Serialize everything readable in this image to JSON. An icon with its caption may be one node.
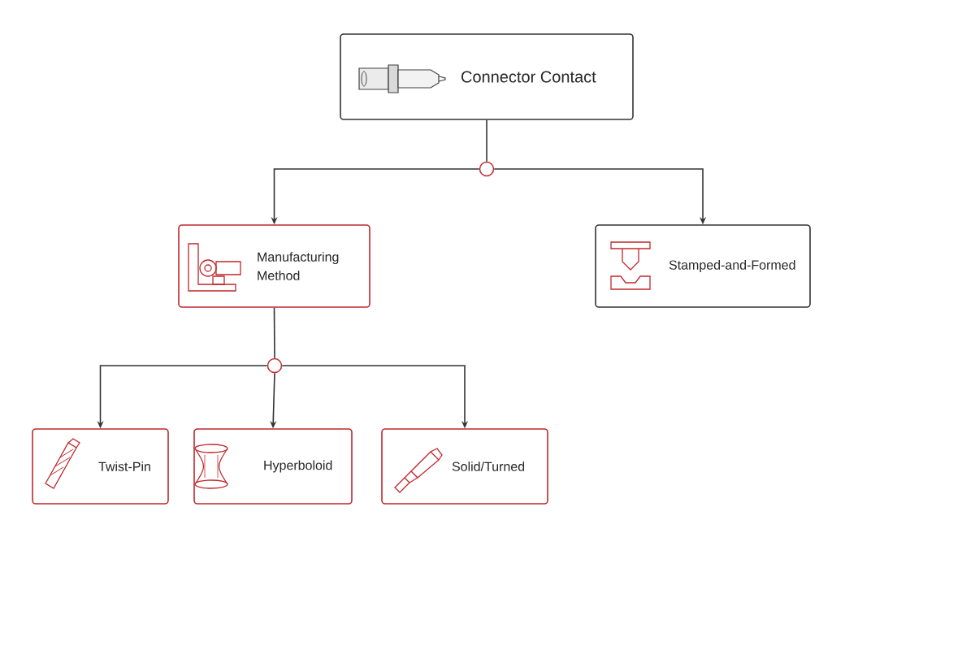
{
  "diagram": {
    "nodes": [
      {
        "text": [
          "Connector Contact"
        ]
      },
      {
        "text": [],
        "shape": "circle"
      },
      {
        "text": [
          "Manufacturing Method"
        ]
      },
      {
        "text": [
          "Stamped-and-Formed"
        ]
      },
      {
        "text": [],
        "shape": "circle"
      },
      {
        "text": [
          "Twist-Pin"
        ]
      },
      {
        "text": [
          "Hyperboloid"
        ]
      },
      {
        "text": [
          "Solid/Turned"
        ]
      }
    ],
    "edges": [
      {
        "from": 0,
        "to": 1,
        "arrow": "none"
      },
      {
        "from": 1,
        "to": 2,
        "arrow": "to"
      },
      {
        "from": 1,
        "to": 3,
        "arrow": "to"
      },
      {
        "from": 2,
        "to": 4,
        "arrow": "none"
      },
      {
        "from": 4,
        "to": 5,
        "arrow": "to"
      },
      {
        "from": 4,
        "to": 6,
        "arrow": "to"
      },
      {
        "from": 4,
        "to": 7,
        "arrow": "to"
      }
    ]
  }
}
